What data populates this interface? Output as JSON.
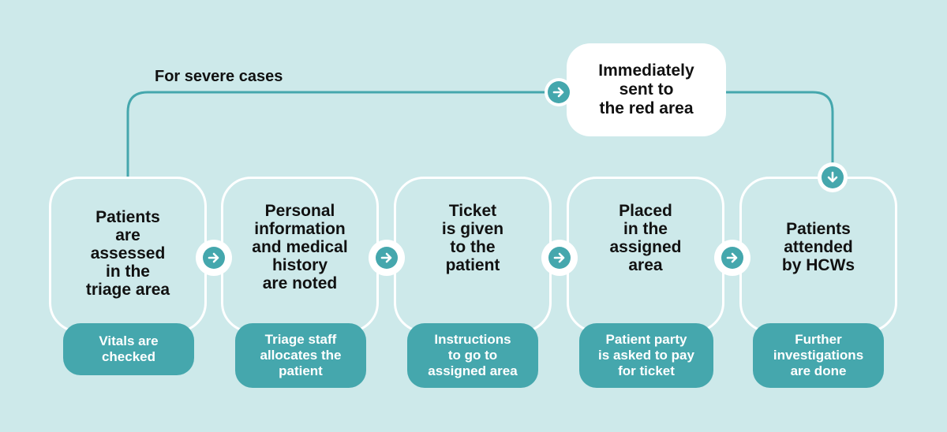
{
  "colors": {
    "background": "#cde9ea",
    "accent": "#45a7ad",
    "box_border": "#ffffff",
    "text": "#111111"
  },
  "severe_path": {
    "label": "For severe cases",
    "destination": "Immediately\nsent to\nthe red area"
  },
  "steps": [
    {
      "main": "Patients\nare\nassessed\nin the\ntriage area",
      "sub": "Vitals are\nchecked"
    },
    {
      "main": "Personal\ninformation\nand medical\nhistory\nare noted",
      "sub": "Triage staff\nallocates the\npatient"
    },
    {
      "main": "Ticket\nis given\nto the\npatient",
      "sub": "Instructions\nto go to\nassigned area"
    },
    {
      "main": "Placed\nin the\nassigned\narea",
      "sub": "Patient party\nis asked to pay\nfor ticket"
    },
    {
      "main": "Patients\nattended\nby HCWs",
      "sub": "Further\ninvestigations\nare done"
    }
  ],
  "icons": {
    "flow_arrow": "arrow-right-circle-icon",
    "down_arrow": "arrow-down-circle-icon"
  }
}
